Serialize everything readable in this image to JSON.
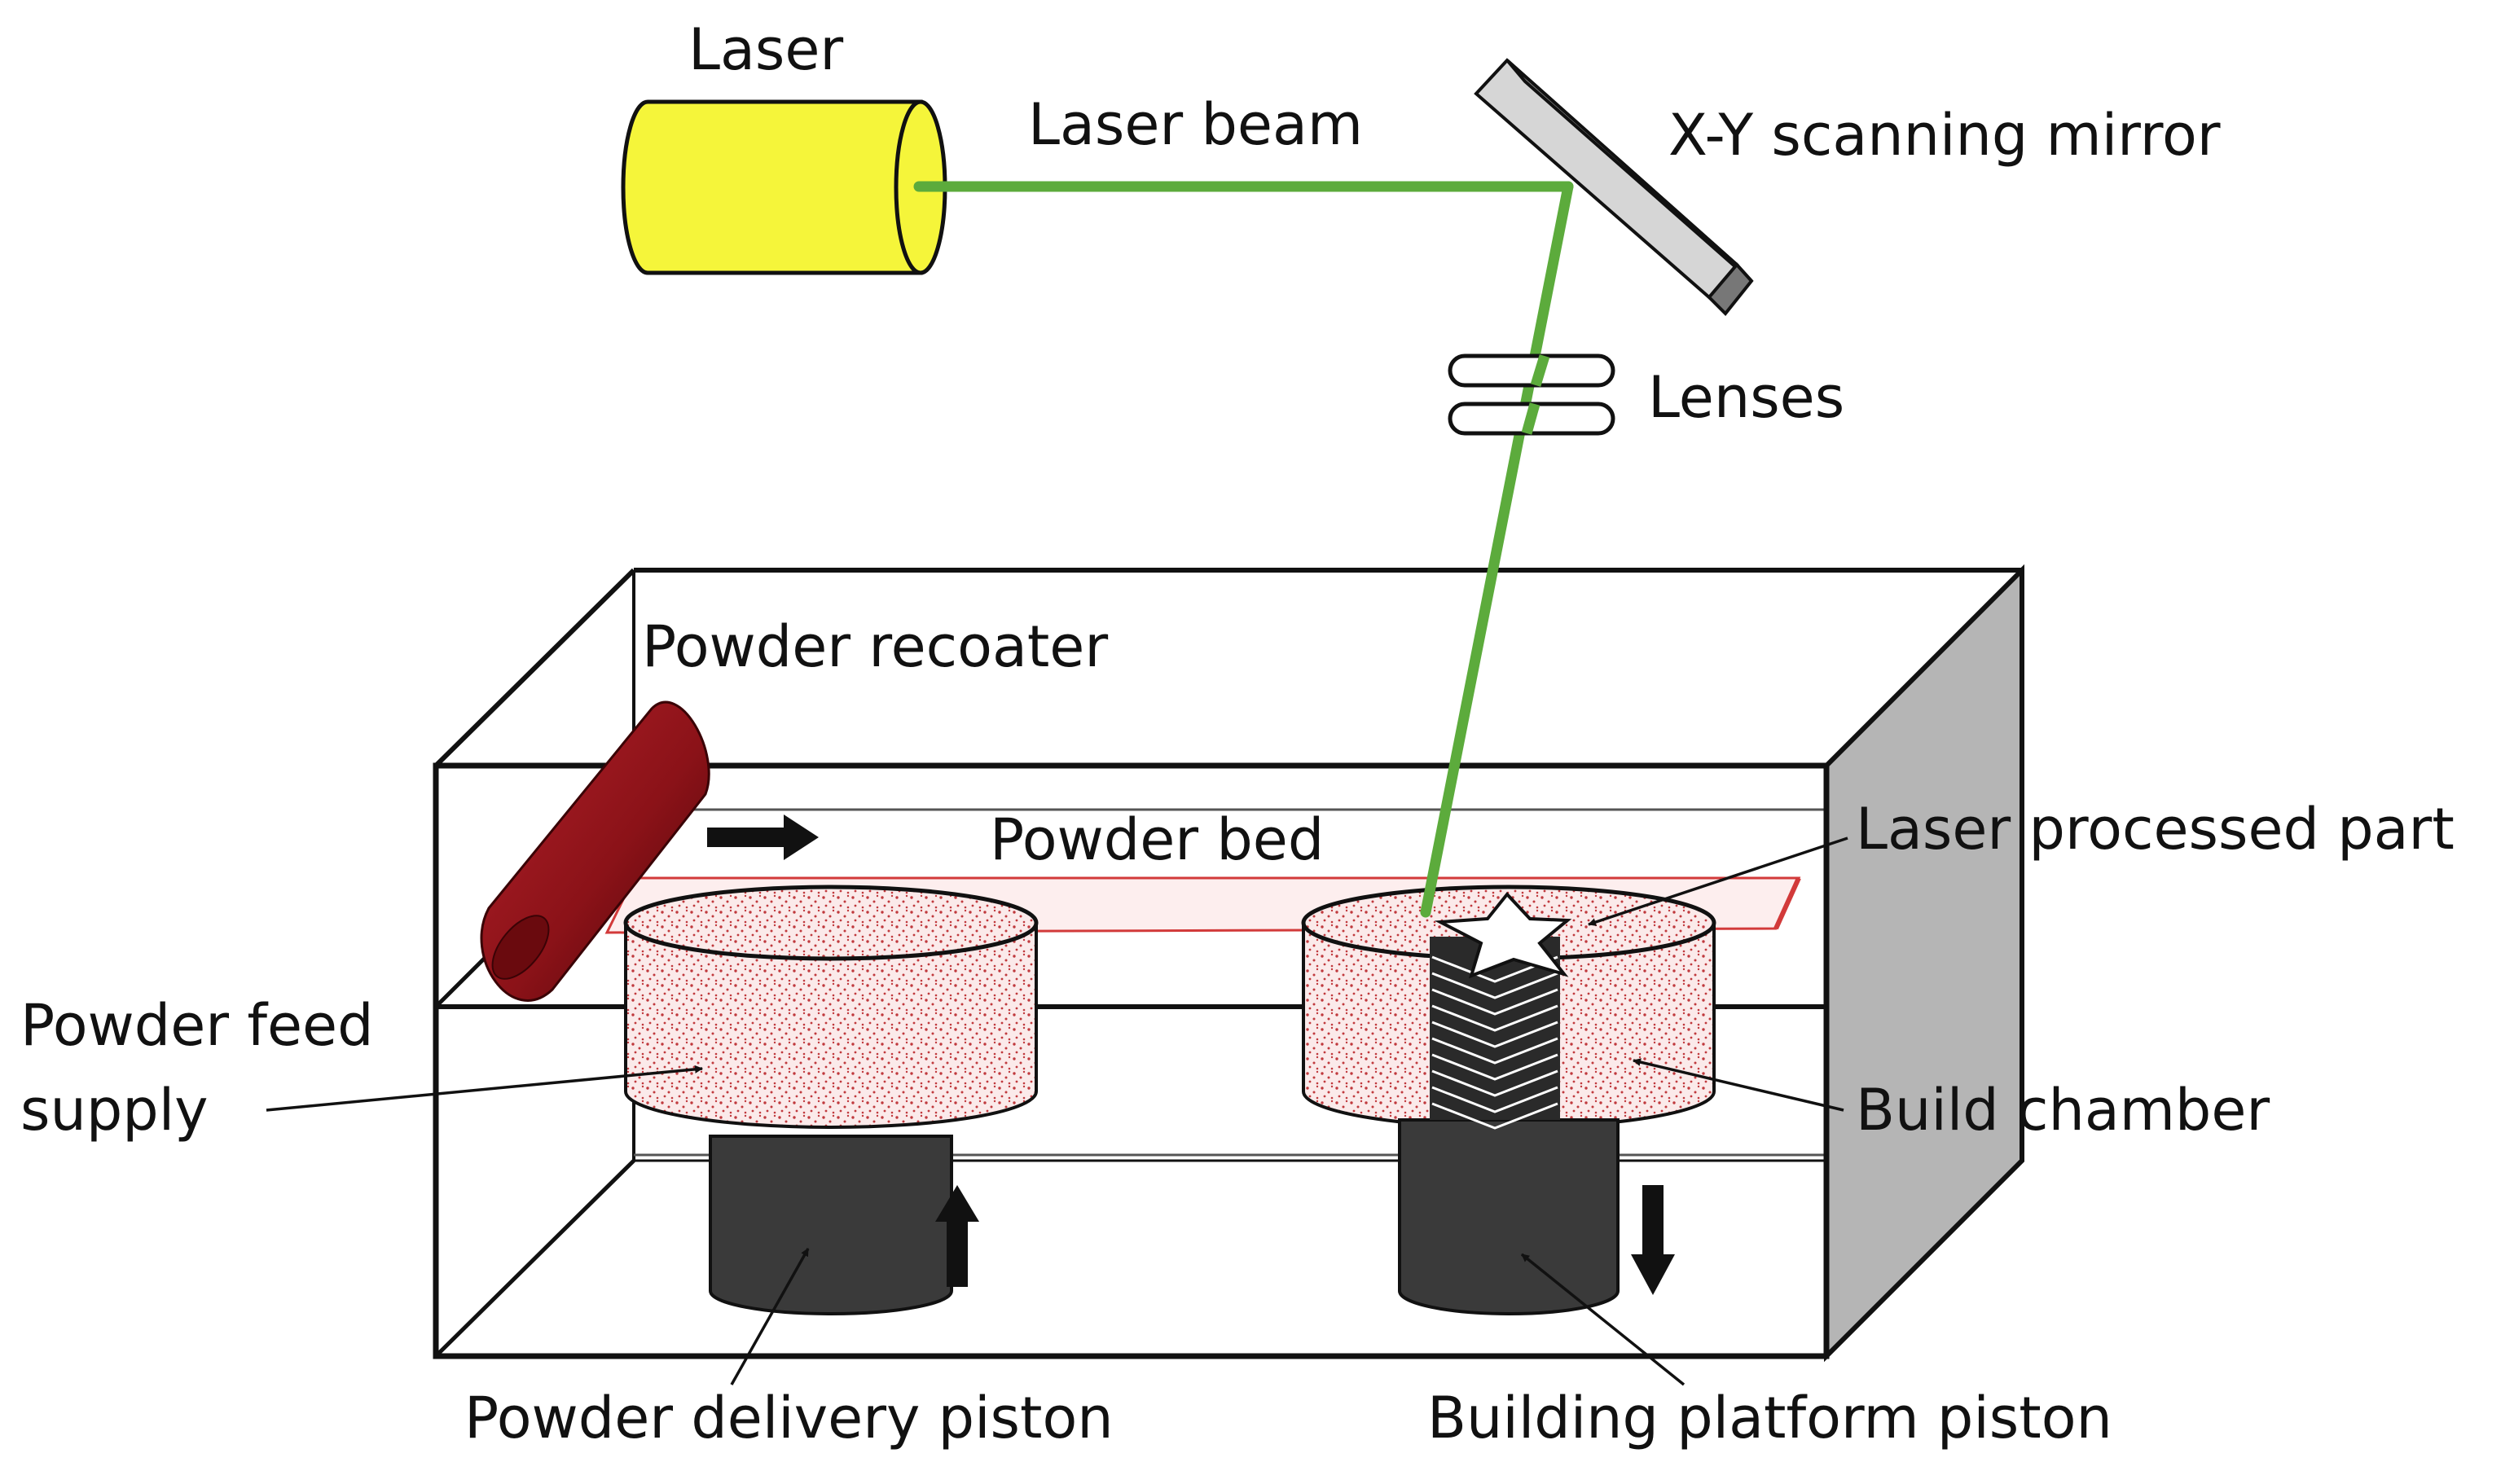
{
  "labels": {
    "laser": "Laser",
    "laser_beam": "Laser beam",
    "mirror": "X-Y scanning mirror",
    "lenses": "Lenses",
    "recoater": "Powder recoater",
    "powder_bed": "Powder bed",
    "processed_part": "Laser processed part",
    "feed_supply_line1": "Powder feed",
    "feed_supply_line2": "supply",
    "build_chamber": "Build chamber",
    "delivery_piston": "Powder delivery piston",
    "platform_piston": "Building platform piston"
  },
  "colors": {
    "laser_body": "#f5f53a",
    "laser_beam": "#5cab3c",
    "recoater": "#8b1218",
    "powder_dots": "#c0393d",
    "piston": "#3a3a3a",
    "chamber_side": "#b5b5b5",
    "mirror": "#d6d6d6"
  }
}
